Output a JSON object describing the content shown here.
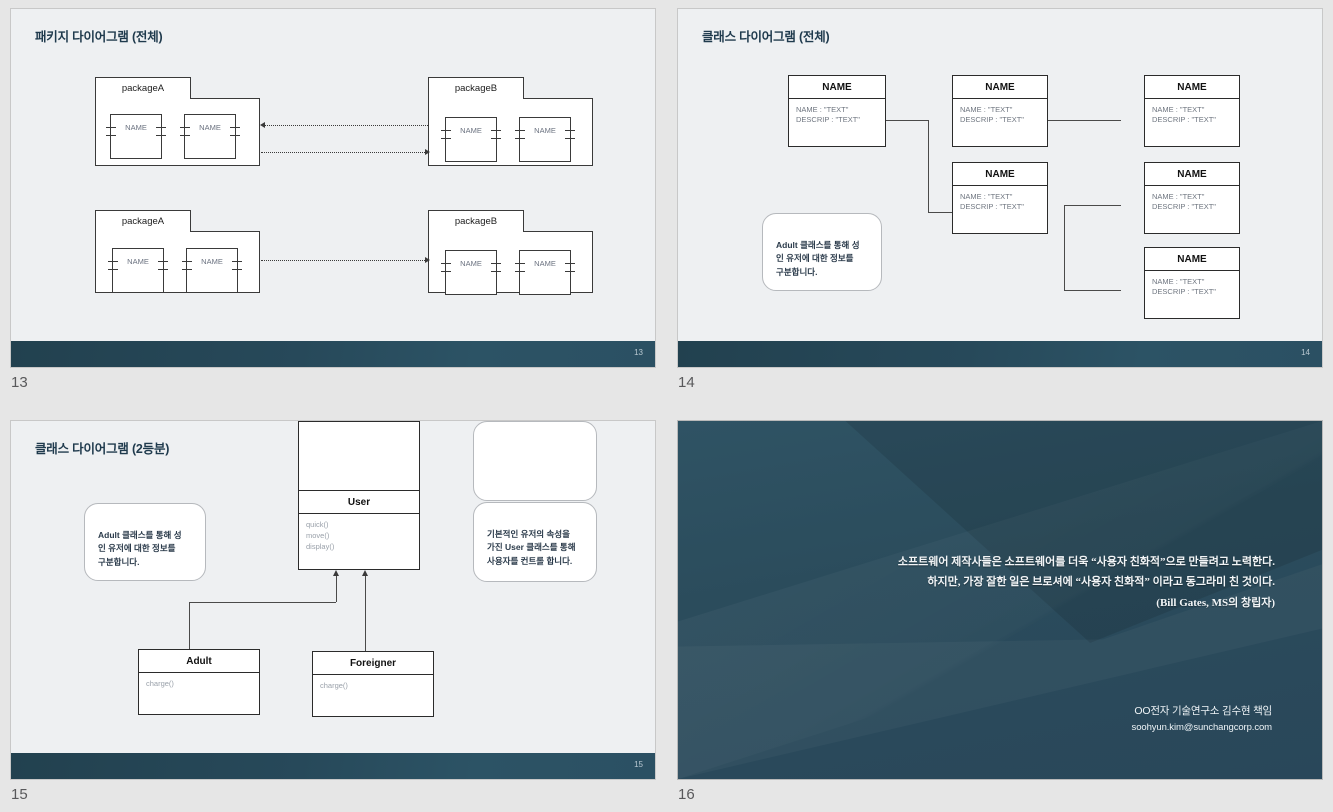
{
  "page": {
    "background": "#e6e6e6",
    "slide_background": "#eef0f2",
    "accent_dark": "#2b4f60"
  },
  "slides": [
    {
      "number": "13",
      "footer_number": "13",
      "title": "패키지 다이어그램 (전체)",
      "type": "package-diagram",
      "packages": [
        {
          "id": "pkgA-top",
          "label": "packageA",
          "components": [
            "NAME",
            "NAME"
          ]
        },
        {
          "id": "pkgB-top",
          "label": "packageB",
          "components": [
            "NAME",
            "NAME"
          ]
        },
        {
          "id": "pkgA-bottom",
          "label": "packageA",
          "components": [
            "NAME",
            "NAME"
          ]
        },
        {
          "id": "pkgB-bottom",
          "label": "packageB",
          "components": [
            "NAME",
            "NAME"
          ]
        }
      ],
      "dependencies": [
        {
          "from": "pkgB-top",
          "to": "pkgA-top",
          "style": "dotted",
          "direction": "left"
        },
        {
          "from": "pkgA-top",
          "to": "pkgB-top",
          "style": "dotted",
          "direction": "right"
        },
        {
          "from": "pkgA-bottom",
          "to": "pkgB-bottom",
          "style": "dotted",
          "direction": "right"
        }
      ]
    },
    {
      "number": "14",
      "footer_number": "14",
      "title": "클래스 다이어그램 (전체)",
      "type": "class-diagram",
      "classes": [
        {
          "id": "c1",
          "name": "NAME",
          "attributes": "NAME : \"TEXT\"\nDESCRIP : \"TEXT\""
        },
        {
          "id": "c2",
          "name": "NAME",
          "attributes": "NAME : \"TEXT\"\nDESCRIP : \"TEXT\""
        },
        {
          "id": "c3",
          "name": "NAME",
          "attributes": "NAME : \"TEXT\"\nDESCRIP : \"TEXT\""
        },
        {
          "id": "c4",
          "name": "NAME",
          "attributes": "NAME : \"TEXT\"\nDESCRIP : \"TEXT\""
        },
        {
          "id": "c5",
          "name": "NAME",
          "attributes": "NAME : \"TEXT\"\nDESCRIP : \"TEXT\""
        },
        {
          "id": "c6",
          "name": "NAME",
          "attributes": "NAME : \"TEXT\"\nDESCRIP : \"TEXT\""
        }
      ],
      "callouts": [
        {
          "id": "note-adult",
          "text": "Adult 클래스를 통해 성\n인 유저에 대한 정보를\n구분합니다."
        }
      ]
    },
    {
      "number": "15",
      "footer_number": "15",
      "title": "클래스 다이어그램 (2등분)",
      "type": "class-diagram",
      "classes": [
        {
          "id": "user",
          "name": "User",
          "operations": "quick()\nmove()\ndisplay()"
        },
        {
          "id": "adult",
          "name": "Adult",
          "operations": "charge()"
        },
        {
          "id": "foreigner",
          "name": "Foreigner",
          "operations": "charge()"
        }
      ],
      "callouts": [
        {
          "id": "note-adult",
          "text": "Adult 클래스를 통해 성\n인 유저에 대한 정보를\n구분합니다."
        },
        {
          "id": "note-user",
          "text": "기본적인 유저의 속성을\n가진 User 클래스를 통해\n사용자를 컨트롤 합니다."
        }
      ]
    },
    {
      "number": "16",
      "type": "closing",
      "quote_line1": "소프트웨어 제작사들은 소프트웨어를 더욱 “사용자 친화적”으로 만들려고 노력한다.",
      "quote_line2": "하지만, 가장 잘한 일은 브로셔에 “사용자 친화적” 이라고 동그라미 친 것이다.",
      "quote_attribution": "(Bill Gates, MS의 창립자)",
      "signature_name": "OO전자 기술연구소 김수현 책임",
      "signature_email": "soohyun.kim@sunchangcorp.com"
    }
  ]
}
